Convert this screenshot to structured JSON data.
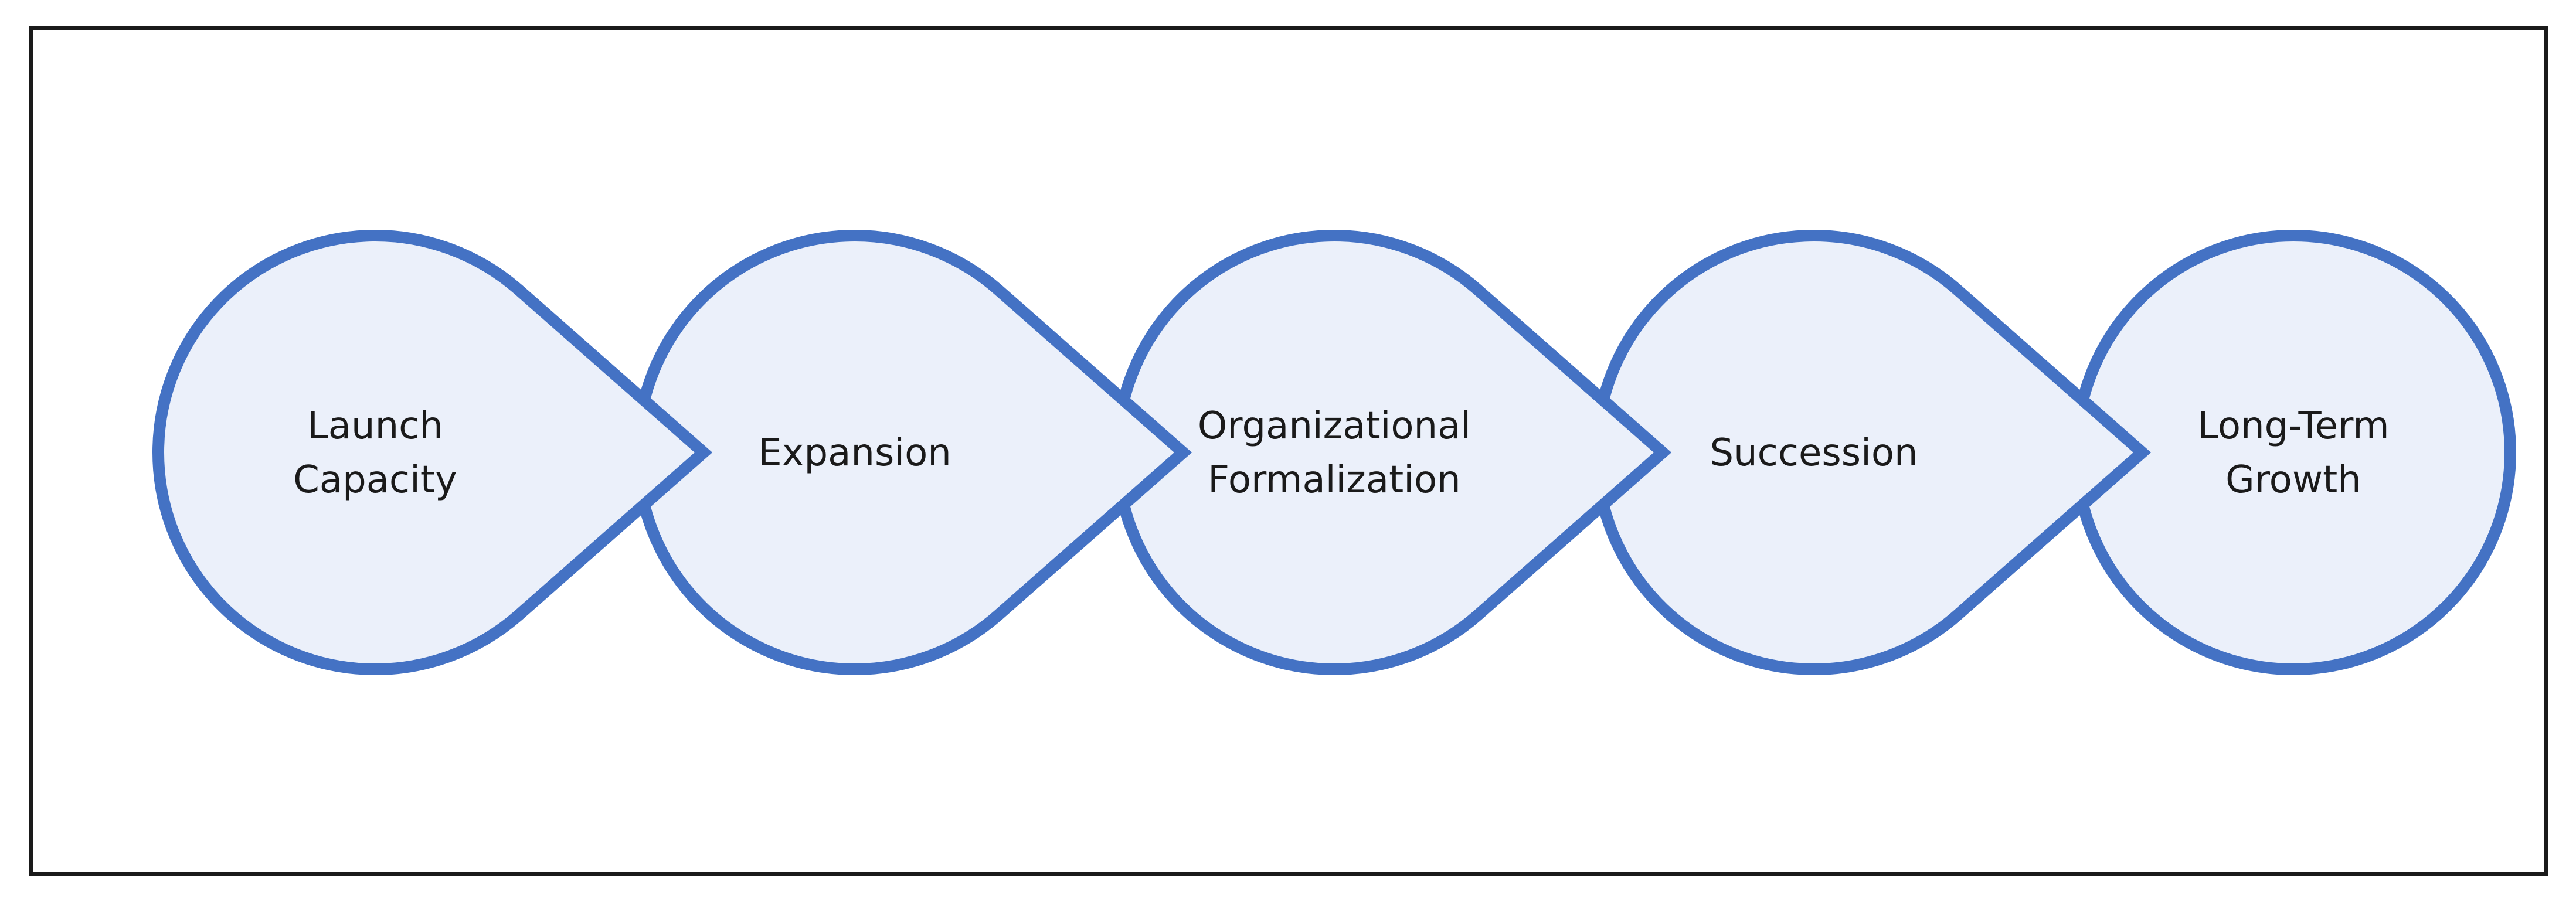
{
  "diagram": {
    "colors": {
      "outline": "#4472C4",
      "fill": "#EBF0FA",
      "text": "#1A1A1A",
      "frame": "#1A1A1A"
    },
    "stages": [
      {
        "lines": [
          "Launch",
          "Capacity"
        ]
      },
      {
        "lines": [
          "Expansion"
        ]
      },
      {
        "lines": [
          "Organizational",
          "Formalization"
        ]
      },
      {
        "lines": [
          "Succession"
        ]
      },
      {
        "lines": [
          "Long-Term",
          "Growth"
        ]
      }
    ]
  }
}
